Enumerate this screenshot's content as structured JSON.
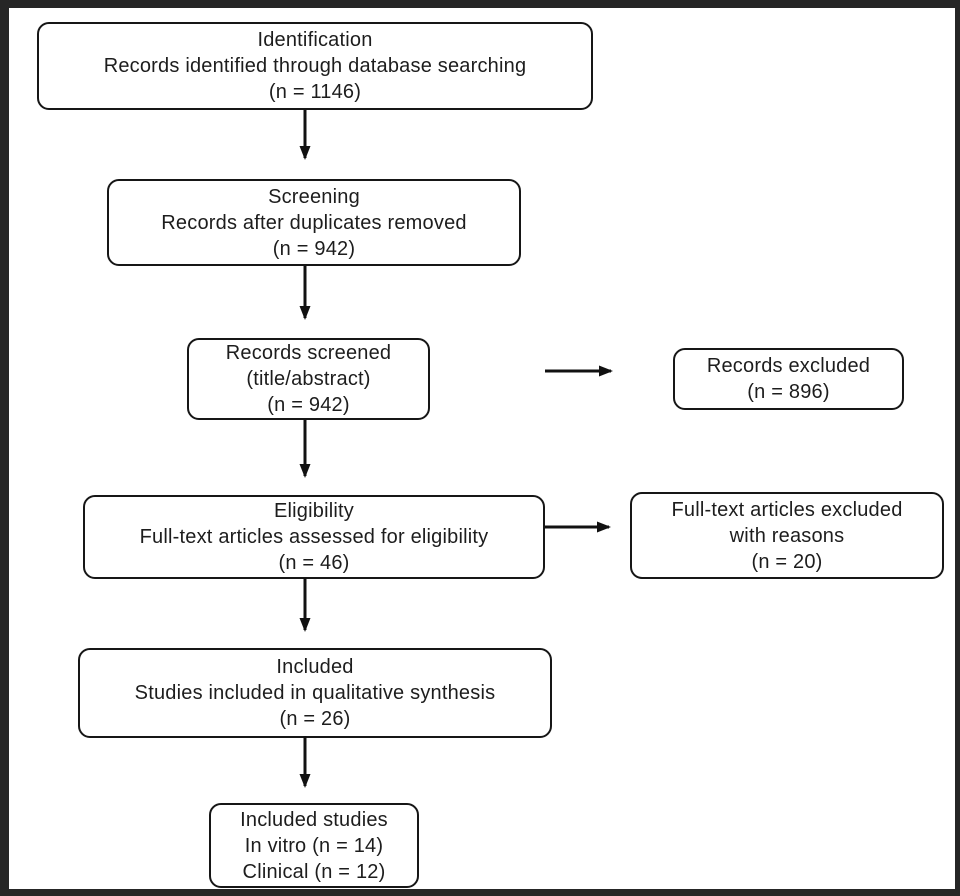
{
  "diagram": {
    "type": "flowchart",
    "name": "PRISMA study selection flow diagram",
    "colors": {
      "background": "#ffffff",
      "frame_border": "#262626",
      "box_border": "#161616",
      "box_fill": "#ffffff",
      "text": "#1d1d1d",
      "arrow": "#111111"
    },
    "boxes": {
      "identification": {
        "lines": [
          "Identification",
          "Records identified through database searching",
          "(n = 1146)"
        ]
      },
      "screening": {
        "lines": [
          "Screening",
          "Records after duplicates removed",
          "(n = 942)"
        ]
      },
      "records_screened": {
        "lines": [
          "Records screened",
          "(title/abstract)",
          "(n = 942)"
        ]
      },
      "records_excluded": {
        "lines": [
          "Records excluded",
          "(n = 896)"
        ]
      },
      "eligibility": {
        "lines": [
          "Eligibility",
          "Full-text articles assessed for eligibility",
          "(n = 46)"
        ]
      },
      "fulltext_excluded": {
        "lines": [
          "Full-text articles excluded",
          "with reasons",
          "(n = 20)"
        ]
      },
      "included": {
        "lines": [
          "Included",
          "Studies included in qualitative synthesis",
          "(n = 26)"
        ]
      },
      "included_studies": {
        "lines": [
          "Included studies",
          "In vitro (n = 14)",
          "Clinical (n = 12)"
        ]
      }
    }
  }
}
